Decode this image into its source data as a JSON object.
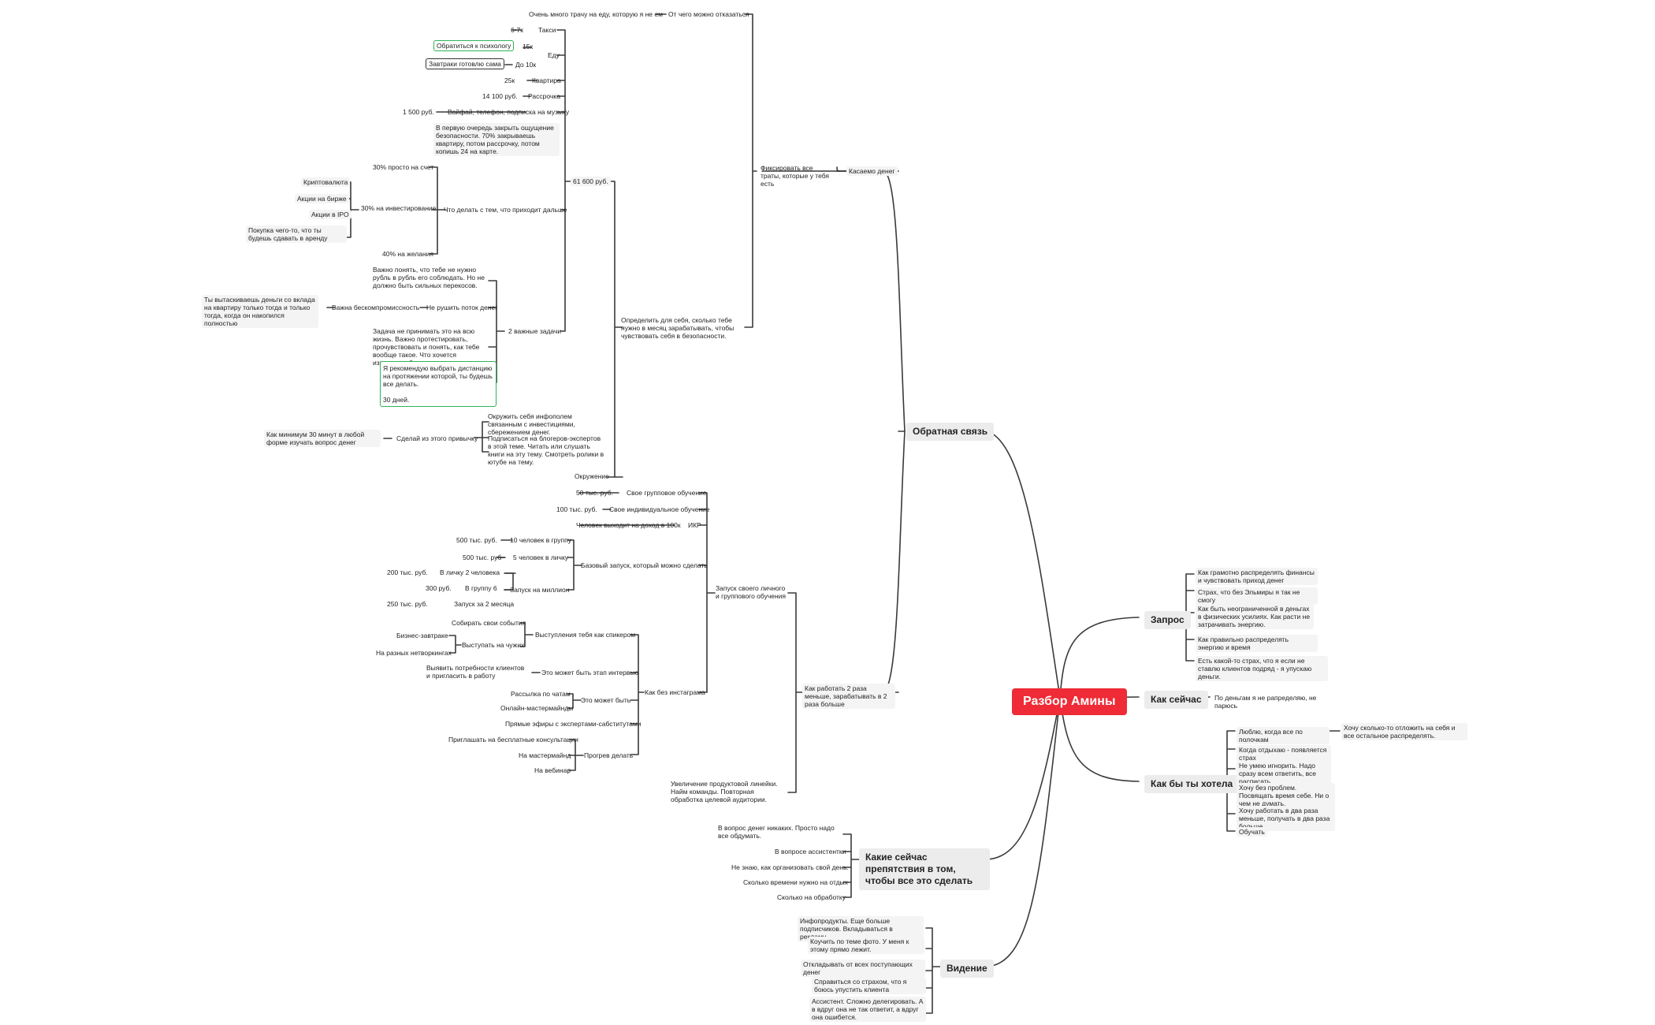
{
  "colors": {
    "root_bg": "#ee2b36",
    "highlight_green": "#2fb35a",
    "highlight_dark": "#333333",
    "line": "#3a3a3a"
  },
  "root": "Разбор Амины",
  "branches": {
    "zapros": {
      "label": "Запрос",
      "items": [
        "Как грамотно распределять финансы и чувствовать приход денег",
        "Страх, что без Эльмиры я так не смогу",
        "Как быть неограниченной в деньгах в физических усилиях. Как расти не затрачивать энергию.",
        "Как правильно распределять энергию и время",
        "Есть какой-то страх, что я если не ставлю клиентов подряд - я упускаю деньги."
      ]
    },
    "kak_seychas": {
      "label": "Как сейчас",
      "item": "По деньгам я не рапределяю, не парюсь"
    },
    "kak_by": {
      "label": "Как бы ты хотела",
      "items": [
        "Люблю, когда все по полочкам",
        "Когда отдыхаю - появляется страх",
        "Не умею игнорить. Надо сразу всем ответить, все расписать.",
        "Хочу без проблем. Посвящать время себе. Ни о чем не думать.",
        "Хочу работать в два раза меньше, получать в два раза больше",
        "Обучать"
      ],
      "sub": "Хочу сколько-то отложить на себя и все остальное распределять."
    },
    "prepyatstviya": {
      "label": "Какие сейчас препятствия в том, чтобы все это сделать",
      "items": [
        "В вопрос денег никаких. Просто надо все обдумать.",
        "В вопросе ассистентки",
        "Не знаю, как организовать свой день.",
        "Сколько времени нужно на отдых",
        "Сколько на обработку"
      ]
    },
    "videnie": {
      "label": "Видение",
      "items": [
        "Инфопродукты. Еще больше подписчиков. Вкладываться в рекламу.",
        "Коучить по теме фото. У меня к этому прямо лежит.",
        "Откладывать от всех поступающих денег",
        "Справиться со страхом, что я боюсь упустить клиента",
        "Ассистент. Сложно делегировать. А в вдруг она не так ответит, а вдруг она ошибется."
      ]
    },
    "obratnaya": {
      "label": "Обратная связь",
      "kasaemo": "Касаемо денег",
      "kak_rabotat": "Как работать 2 раза меньше, зарабатывать в 2 раза больше"
    }
  },
  "money": {
    "fix": "Фиксировать все траты, которые у тебя есть",
    "opredelit": "Определить для себя, сколько тебе нужно в месяц зарабатывать, чтобы чувствовать себя в безопасности.",
    "ot_chego": "От чего можно отказаться",
    "ot_chego_item": "Очень много трачу на еду, которую я не ем",
    "sum": "61 600 руб.",
    "taxi": "Такси",
    "taxi_v": "6-7к",
    "edu": "Еду",
    "edu_15": "15к",
    "edu_10": "До 10к",
    "psy": "Обратиться к психологу",
    "breakfast": "Завтраки готовлю сама",
    "kvartira": "Квартира",
    "kvartira_v": "25к",
    "rassrochka": "Рассрочка",
    "rassrochka_v": "14 100 руб.",
    "wifi": "Вайфай, телефон, подписка на музыку",
    "wifi_v": "1 500 руб.",
    "bezopasnost": "В первую очередь закрыть ощущение безопасности. 70% закрываешь квартиру, потом рассрочку, потом копишь 24 на карте.",
    "chto_delat": "Что делать с тем, что приходит дальше",
    "p30_schet": "30% просто на счет",
    "p30_invest": "30% на инвестирование",
    "crypto": "Криптовалюта",
    "akcii": "Акции на бирже",
    "ipo": "Акции в IPO",
    "pokupka": "Покупка чего-то, что ты будешь сдавать в аренду",
    "p40": "40% на желания",
    "dve_zadachi": "2 важные задачи",
    "vazhno": "Важно понять, что тебе не нужно рубль в рубль его соблюдать. Но не должно быть сильных перекосов.",
    "ne_rushit": "Не рушить поток денег",
    "beskomp": "Важна бескомпромиссность",
    "vytask": "Ты вытаскиваешь деньги со вклада на квартиру только тогда и только тогда, когда он накопился полностью",
    "zadacha": "Задача не принимать это на всю жизнь. Важно протестировать, прочувствовать и понять, как тебе вообще такое. Что хочется изменить, убрать, улучшить.",
    "recom": "Я рекомендую выбрать дистанцию на протяжении которой, ты будешь все делать.\n\n30 дней.",
    "okruzhenie": "Окружение",
    "okruzhit": "Окружить себя инфополем связанным с инвестициями, сбережением денег.",
    "podpis": "Подписаться на блогеров-экспертов в этой теме. Читать или слушать книги на эту тему. Смотреть ролики в ютубе на тему.",
    "privychka": "Сделай из этого привычку",
    "30min": "Как минимум 30 минут в любой форме изучать вопрос денег"
  },
  "work": {
    "zapusk": "Запуск своего личного и группового обучения",
    "uvelich": "Увеличение продуктовой линейки. Найм команды. Повторная обработка целевой аудитории.",
    "grp": "Свое групповое обучение",
    "grp_v": "50 тыс. руб.",
    "ind": "Свое индивидуальное обучение",
    "ind_v": "100 тыс. руб.",
    "ikr": "ИКР",
    "ikr_v": "Человек выходит на доход в 100к",
    "bazovy": "Базовый запуск, который можно сделать",
    "g10": "10 человек в группу",
    "g10_v": "500 тыс. руб.",
    "l5": "5 человек в личку",
    "l5_v": "500 тыс. руб",
    "million": "Запуск на миллион",
    "l2": "В личку 2 человека",
    "l2_v": "200 тыс. руб.",
    "g6": "В группу 6",
    "g6_v": "300 руб.",
    "z2": "Запуск за 2 месяца",
    "z2_v": "250 тыс. руб.",
    "bez_insta": "Как без инстаграма",
    "vystup_speaker": "Выступления тебя как спикером",
    "sobrat": "Собирать свои события",
    "vystup_chuzh": "Выступать на чужих",
    "biznes": "Бизнес-завтраке",
    "networking": "На разных нетворкингах",
    "intervyu": "Это может быть этап интервью",
    "vyyavit": "Выявить потребности клиентов и пригласить в работу",
    "mozhet": "Это может быть",
    "rassylka": "Рассылка по чатам",
    "online": "Онлайн-мастермайнды",
    "efiry": "Прямые эфиры с экспертами-сабститутами",
    "progrev": "Прогрев делать",
    "konsult": "Приглашать на бесплатные консультации",
    "mastermind": "На мастермайнд",
    "vebinar": "На вебинар"
  }
}
